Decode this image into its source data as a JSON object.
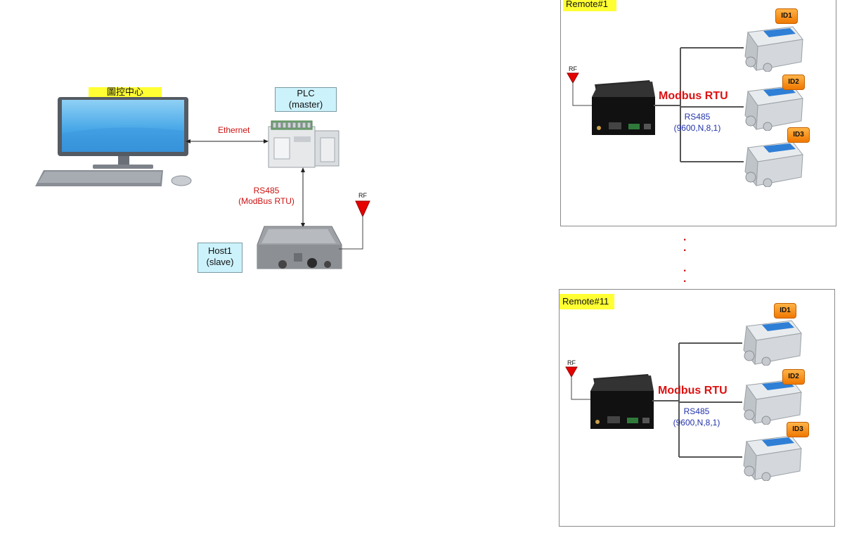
{
  "control_center": {
    "label": "圖控中心"
  },
  "plc": {
    "line1": "PLC",
    "line2": "(master)"
  },
  "host": {
    "line1": "Host1",
    "line2": "(slave)"
  },
  "links": {
    "ethernet": "Ethernet",
    "rs485_line1": "RS485",
    "rs485_line2": "(ModBus RTU)",
    "rf": "RF"
  },
  "remotes": [
    {
      "title": "Remote#1",
      "rf": "RF",
      "protocol": "Modbus RTU",
      "bus_line1": "RS485",
      "bus_line2": "(9600,N,8,1)",
      "ids": [
        "ID1",
        "ID2",
        "ID3"
      ]
    },
    {
      "title": "Remote#11",
      "rf": "RF",
      "protocol": "Modbus RTU",
      "bus_line1": "RS485",
      "bus_line2": "(9600,N,8,1)",
      "ids": [
        "ID1",
        "ID2",
        "ID3"
      ]
    }
  ],
  "colors": {
    "red_text": "#cc1111",
    "blue_text": "#2233aa",
    "label_cyan": "#ccf2fb",
    "tag_yellow": "#ffff33",
    "badge_orange": "#f07800"
  }
}
